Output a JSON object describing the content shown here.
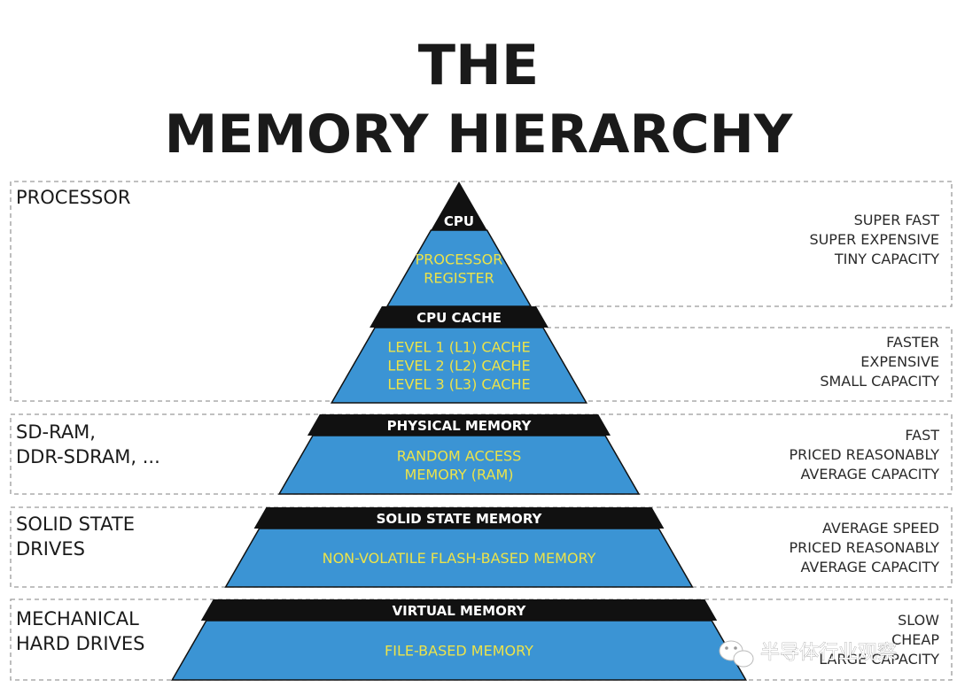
{
  "title": {
    "line1": "THE",
    "line2": "MEMORY HIERARCHY"
  },
  "colors": {
    "blue": "#3b94d4",
    "black": "#111111",
    "yellow_text": "#ece34a",
    "dashed_border": "#9a9a9a"
  },
  "tiers": [
    {
      "left_label_lines": [
        "PROCESSOR"
      ],
      "right_label_lines": [
        "SUPER FAST",
        "SUPER EXPENSIVE",
        "TINY CAPACITY"
      ]
    },
    {
      "left_label_lines": [],
      "right_label_lines": [
        "FASTER",
        "EXPENSIVE",
        "SMALL CAPACITY"
      ]
    },
    {
      "left_label_lines": [
        "SD-RAM,",
        "DDR-SDRAM, ..."
      ],
      "right_label_lines": [
        "FAST",
        "PRICED REASONABLY",
        "AVERAGE CAPACITY"
      ]
    },
    {
      "left_label_lines": [
        "SOLID STATE",
        "DRIVES"
      ],
      "right_label_lines": [
        "AVERAGE SPEED",
        "PRICED REASONABLY",
        "AVERAGE CAPACITY"
      ]
    },
    {
      "left_label_lines": [
        "MECHANICAL",
        "HARD DRIVES"
      ],
      "right_label_lines": [
        "SLOW",
        "CHEAP",
        "LARGE CAPACITY"
      ]
    }
  ],
  "pyramid_levels": [
    {
      "band_label": "CPU",
      "body_lines": [
        "PROCESSOR",
        "REGISTER"
      ]
    },
    {
      "band_label": "CPU CACHE",
      "body_lines": [
        "LEVEL 1 (L1) CACHE",
        "LEVEL 2 (L2) CACHE",
        "LEVEL 3 (L3) CACHE"
      ]
    },
    {
      "band_label": "PHYSICAL MEMORY",
      "body_lines": [
        "RANDOM ACCESS",
        "MEMORY (RAM)"
      ]
    },
    {
      "band_label": "SOLID STATE MEMORY",
      "body_lines": [
        "NON-VOLATILE FLASH-BASED MEMORY"
      ]
    },
    {
      "band_label": "VIRTUAL MEMORY",
      "body_lines": [
        "FILE-BASED MEMORY"
      ]
    }
  ],
  "watermark": {
    "text": "半导体行业观察",
    "icon": "wechat-icon"
  }
}
